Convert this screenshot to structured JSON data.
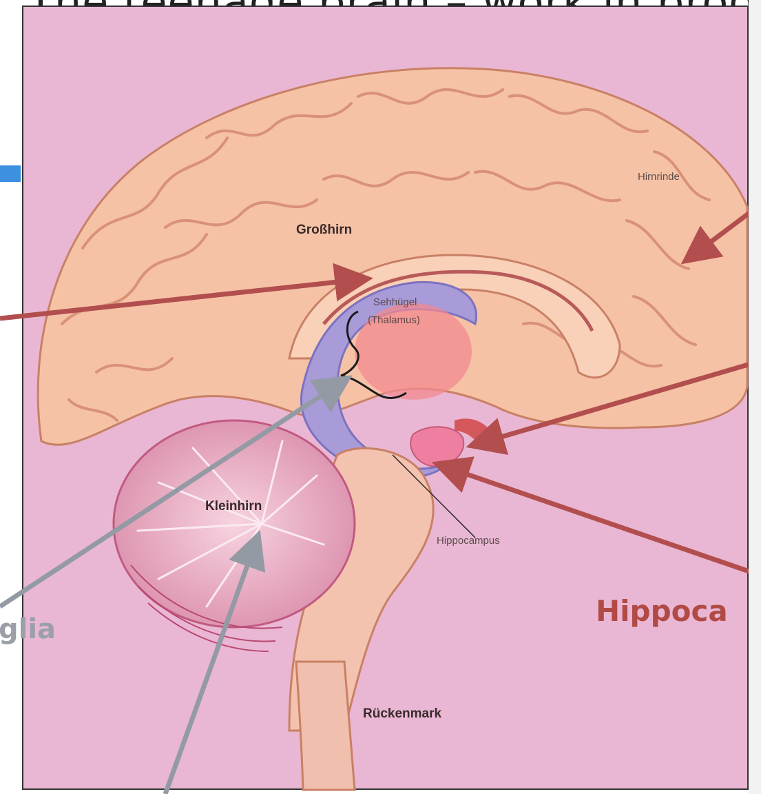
{
  "slide": {
    "heading": "The teenage brain – work in prog",
    "accent_color": "#3d8fe0"
  },
  "diagram": {
    "labels": {
      "grosshirn": "Großhirn",
      "hirnrinde": "Hirnrinde",
      "sehhugel": "Sehhügel",
      "thalamus": "(Thalamus)",
      "kleinhirn": "Kleinhirn",
      "hippocampus": "Hippocampus",
      "rueckenmark": "Rückenmark"
    },
    "overlay_labels": {
      "basal_ganglia": "glia",
      "hippocampus_callout": "Hippoca"
    },
    "colors": {
      "background": "#e9b7d3",
      "brain": "#f5c2a6",
      "brain_fold": "#d99178",
      "red_arrow": "#b24e4e",
      "gray_arrow": "#949aa4",
      "callout_text": "#b14a45",
      "gray_text": "#9b9fa8"
    }
  }
}
